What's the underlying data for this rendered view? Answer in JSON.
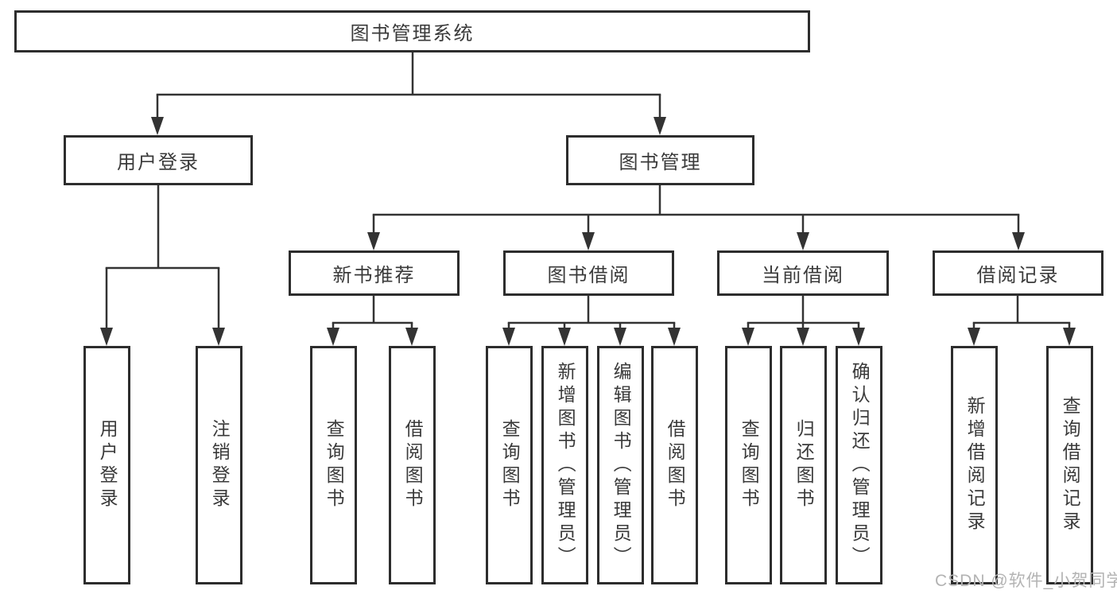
{
  "diagram": {
    "root": {
      "label": "图书管理系统"
    },
    "level2": {
      "user_login": {
        "label": "用户登录"
      },
      "book_management": {
        "label": "图书管理"
      }
    },
    "level3": {
      "new_book_recommend": {
        "label": "新书推荐"
      },
      "book_borrowing": {
        "label": "图书借阅"
      },
      "current_borrowing": {
        "label": "当前借阅"
      },
      "borrowing_records": {
        "label": "借阅记录"
      }
    },
    "leaves": {
      "user_login": {
        "label": "用户登录"
      },
      "logout": {
        "label": "注销登录"
      },
      "recommend_query_books": {
        "label": "查询图书"
      },
      "recommend_borrow_books": {
        "label": "借阅图书"
      },
      "borrowing_query_books": {
        "label": "查询图书"
      },
      "borrowing_add_books": {
        "label": "新增图书（管理员）"
      },
      "borrowing_edit_books": {
        "label": "编辑图书（管理员）"
      },
      "borrowing_borrow_books": {
        "label": "借阅图书"
      },
      "current_query_books": {
        "label": "查询图书"
      },
      "current_return_books": {
        "label": "归还图书"
      },
      "current_confirm_return": {
        "label": "确认归还（管理员）"
      },
      "records_add_record": {
        "label": "新增借阅记录"
      },
      "records_query_record": {
        "label": "查询借阅记录"
      }
    },
    "colors": {
      "line": "#333333",
      "box_border": "#2d2d2d",
      "text": "#3a3a3a",
      "background": "#ffffff",
      "watermark": "#b3b3b3"
    },
    "watermark": {
      "text": "CSDN @软件_小贺同学"
    }
  }
}
